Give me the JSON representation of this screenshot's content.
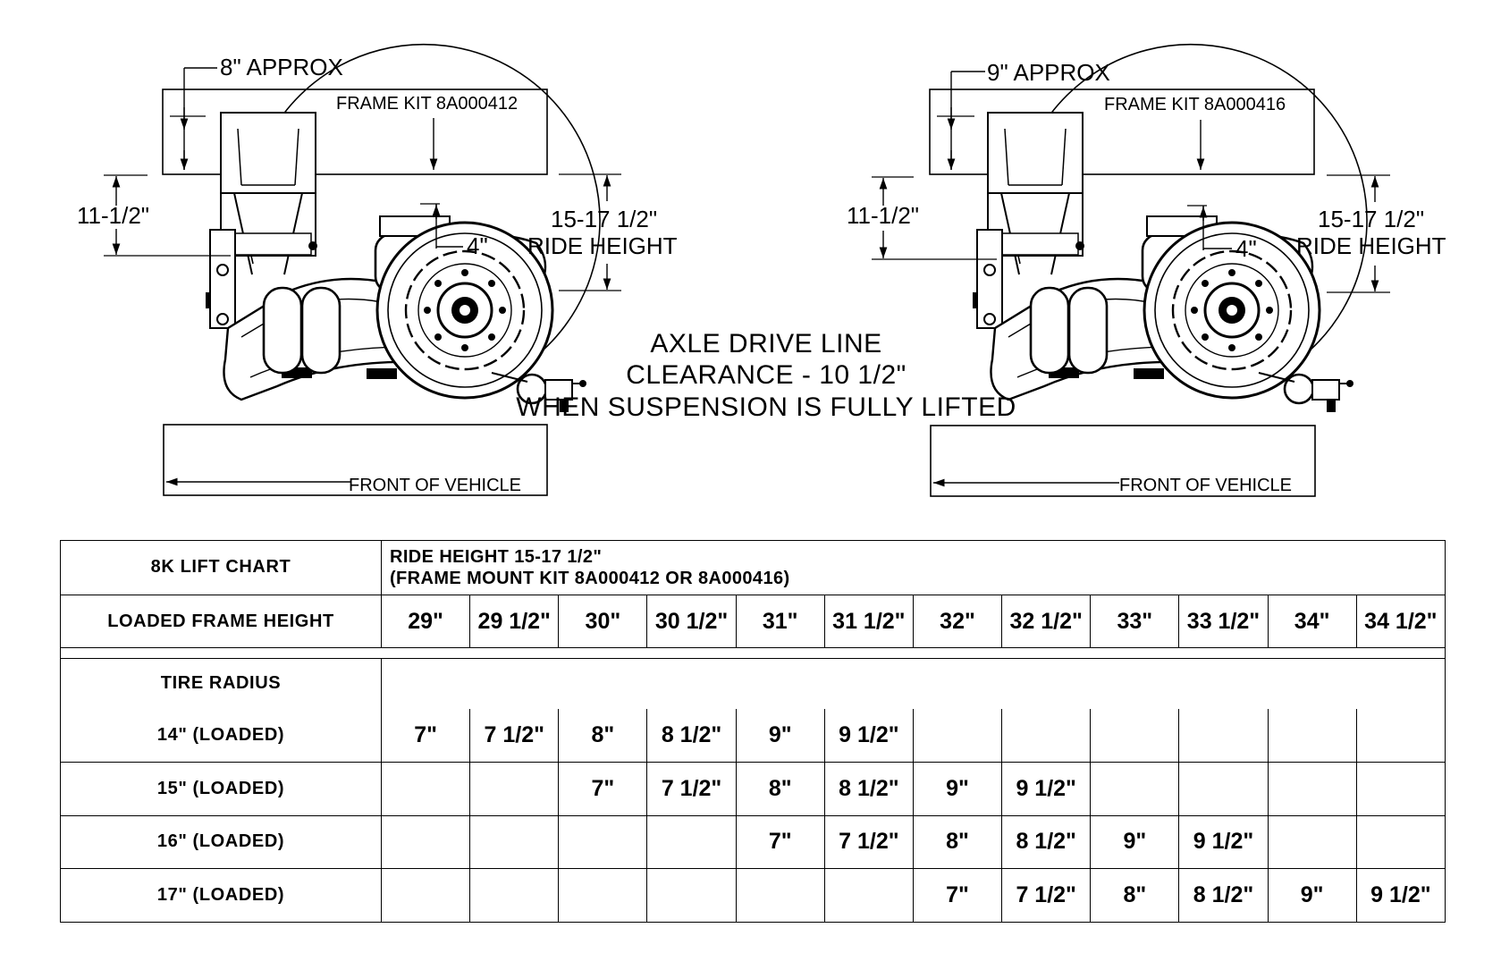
{
  "diagrams": [
    {
      "id": "left",
      "approx_label": "8\" APPROX",
      "frame_kit_label": "FRAME KIT 8A000412",
      "height_left_label": "11-1/2\"",
      "offset_label": "4\"",
      "ride_height_value": "15-17 1/2\"",
      "ride_height_label": "RIDE HEIGHT",
      "front_label": "FRONT OF VEHICLE"
    },
    {
      "id": "right",
      "approx_label": "9\" APPROX",
      "frame_kit_label": "FRAME KIT 8A000416",
      "height_left_label": "11-1/2\"",
      "offset_label": "4\"",
      "ride_height_value": "15-17 1/2\"",
      "ride_height_label": "RIDE HEIGHT",
      "front_label": "FRONT OF VEHICLE"
    }
  ],
  "center_note": {
    "line1": "AXLE DRIVE LINE",
    "line2": "CLEARANCE - 10 1/2\"",
    "line3": "WHEN SUSPENSION IS FULLY LIFTED"
  },
  "table": {
    "title": "8K LIFT CHART",
    "ride_height_line1": "RIDE HEIGHT 15-17 1/2\"",
    "ride_height_line2": "(FRAME MOUNT KIT 8A000412 OR 8A000416)",
    "frame_height_label": "LOADED FRAME HEIGHT",
    "frame_heights": [
      "29\"",
      "29 1/2\"",
      "30\"",
      "30 1/2\"",
      "31\"",
      "31 1/2\"",
      "32\"",
      "32 1/2\"",
      "33\"",
      "33 1/2\"",
      "34\"",
      "34 1/2\""
    ],
    "tire_radius_label": "TIRE RADIUS",
    "rows": [
      {
        "label": "14\" (LOADED)",
        "values": [
          "7\"",
          "7 1/2\"",
          "8\"",
          "8 1/2\"",
          "9\"",
          "9 1/2\"",
          "",
          "",
          "",
          "",
          "",
          ""
        ]
      },
      {
        "label": "15\" (LOADED)",
        "values": [
          "",
          "",
          "7\"",
          "7 1/2\"",
          "8\"",
          "8 1/2\"",
          "9\"",
          "9 1/2\"",
          "",
          "",
          "",
          ""
        ]
      },
      {
        "label": "16\" (LOADED)",
        "values": [
          "",
          "",
          "",
          "",
          "7\"",
          "7 1/2\"",
          "8\"",
          "8 1/2\"",
          "9\"",
          "9 1/2\"",
          "",
          ""
        ]
      },
      {
        "label": "17\" (LOADED)",
        "values": [
          "",
          "",
          "",
          "",
          "",
          "",
          "7\"",
          "7 1/2\"",
          "8\"",
          "8 1/2\"",
          "9\"",
          "9 1/2\""
        ]
      }
    ]
  }
}
